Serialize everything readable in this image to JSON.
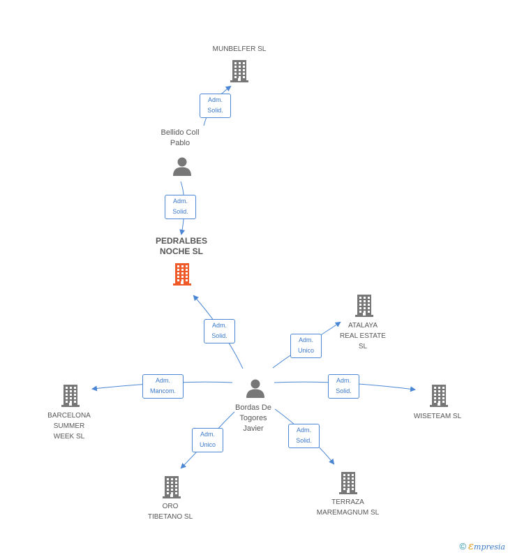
{
  "nodes": {
    "munbelfer": {
      "label": "MUNBELFER SL",
      "type": "company",
      "color": "#777777"
    },
    "bellido": {
      "label": "Bellido Coll\nPablo",
      "type": "person",
      "color": "#777777"
    },
    "pedralbes": {
      "label": "PEDRALBES\nNOCHE SL",
      "type": "company",
      "color": "#f05a28"
    },
    "atalaya": {
      "label": "ATALAYA\nREAL ESTATE\nSL",
      "type": "company",
      "color": "#777777"
    },
    "barcelona": {
      "label": "BARCELONA\nSUMMER\nWEEK SL",
      "type": "company",
      "color": "#777777"
    },
    "bordas": {
      "label": "Bordas De\nTogores\nJavier",
      "type": "person",
      "color": "#777777"
    },
    "wiseteam": {
      "label": "WISETEAM  SL",
      "type": "company",
      "color": "#777777"
    },
    "oro": {
      "label": "ORO\nTIBETANO  SL",
      "type": "company",
      "color": "#777777"
    },
    "terraza": {
      "label": "TERRAZA\nMAREMAGNUM SL",
      "type": "company",
      "color": "#777777"
    }
  },
  "edges": [
    {
      "id": "bellido-munbelfer",
      "label": "Adm.\nSolid."
    },
    {
      "id": "bellido-pedralbes",
      "label": "Adm.\nSolid."
    },
    {
      "id": "bordas-pedralbes",
      "label": "Adm.\nSolid."
    },
    {
      "id": "bordas-atalaya",
      "label": "Adm.\nUnico"
    },
    {
      "id": "bordas-barcelona",
      "label": "Adm.\nMancom."
    },
    {
      "id": "bordas-wiseteam",
      "label": "Adm.\nSolid."
    },
    {
      "id": "bordas-oro",
      "label": "Adm.\nUnico"
    },
    {
      "id": "bordas-terraza",
      "label": "Adm.\nSolid."
    }
  ],
  "colors": {
    "edge": "#4a86d4"
  },
  "footer": {
    "copyright": "©",
    "brand_initial": "ε",
    "brand_rest": "mpresia"
  }
}
